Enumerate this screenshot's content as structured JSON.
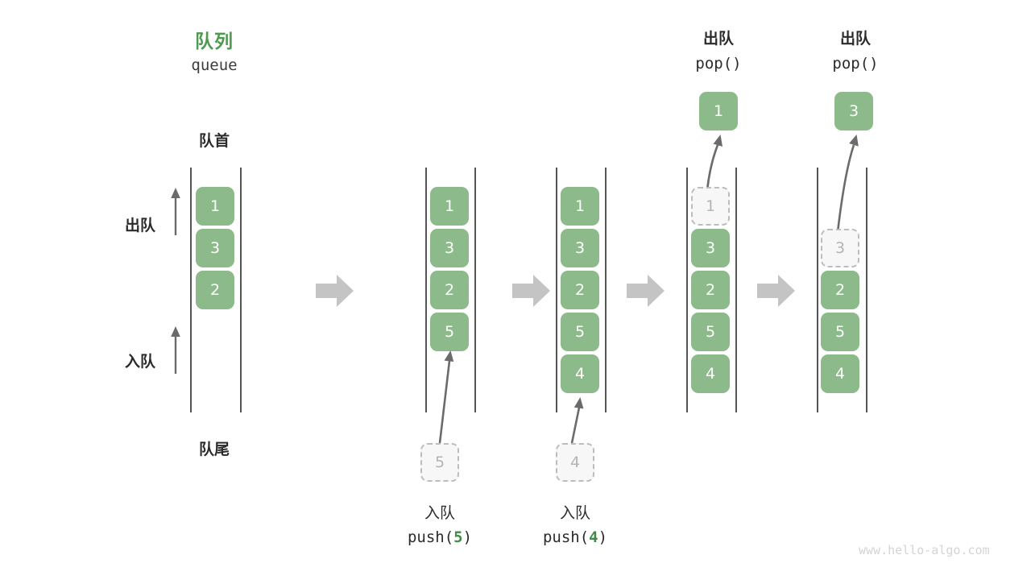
{
  "title": {
    "cn": "队列",
    "en": "queue",
    "color": "#4e9a51"
  },
  "labels": {
    "front": "队首",
    "rear": "队尾",
    "dequeue": "出队",
    "enqueue": "入队"
  },
  "colors": {
    "cell_fill": "#8cba8b",
    "cell_text": "#ffffff",
    "ghost_fill": "#f7f7f7",
    "ghost_border": "#bdbdbd",
    "ghost_text": "#b4b4b4",
    "rail": "#555555",
    "arrow": "#6b6b6b",
    "transition_arrow": "#c4c4c4",
    "accent_green": "#3f8c45",
    "text_dark": "#2b2b2b",
    "watermark": "#d4d4d4"
  },
  "icons": {
    "transition": "right-arrow-icon",
    "flow_up": "up-arrow-icon"
  },
  "steps": [
    {
      "id": "initial",
      "cells": [
        "1",
        "3",
        "2"
      ],
      "ghost_index": null,
      "ghost_value": null,
      "op_head_cn": null,
      "op_head_code": null,
      "op_result": null,
      "op_foot_cn": null,
      "op_foot_code_prefix": null,
      "op_foot_code_arg": null,
      "op_foot_code_suffix": null
    },
    {
      "id": "push-5",
      "cells": [
        "1",
        "3",
        "2",
        "5"
      ],
      "ghost_index": null,
      "ghost_value": "5",
      "op_head_cn": null,
      "op_head_code": null,
      "op_result": null,
      "op_foot_cn": "入队",
      "op_foot_code_prefix": "push(",
      "op_foot_code_arg": "5",
      "op_foot_code_suffix": ")"
    },
    {
      "id": "push-4",
      "cells": [
        "1",
        "3",
        "2",
        "5",
        "4"
      ],
      "ghost_index": null,
      "ghost_value": "4",
      "op_head_cn": null,
      "op_head_code": null,
      "op_result": null,
      "op_foot_cn": "入队",
      "op_foot_code_prefix": "push(",
      "op_foot_code_arg": "4",
      "op_foot_code_suffix": ")"
    },
    {
      "id": "pop-1",
      "cells": [
        "1",
        "3",
        "2",
        "5",
        "4"
      ],
      "ghost_index": 0,
      "ghost_value": null,
      "op_head_cn": "出队",
      "op_head_code": "pop()",
      "op_result": "1",
      "op_foot_cn": null,
      "op_foot_code_prefix": null,
      "op_foot_code_arg": null,
      "op_foot_code_suffix": null
    },
    {
      "id": "pop-3",
      "cells": [
        "3",
        "2",
        "5",
        "4"
      ],
      "ghost_index": 0,
      "ghost_value": null,
      "op_head_cn": "出队",
      "op_head_code": "pop()",
      "op_result": "3",
      "op_foot_cn": null,
      "op_foot_code_prefix": null,
      "op_foot_code_arg": null,
      "op_foot_code_suffix": null
    }
  ],
  "watermark": "www.hello-algo.com"
}
